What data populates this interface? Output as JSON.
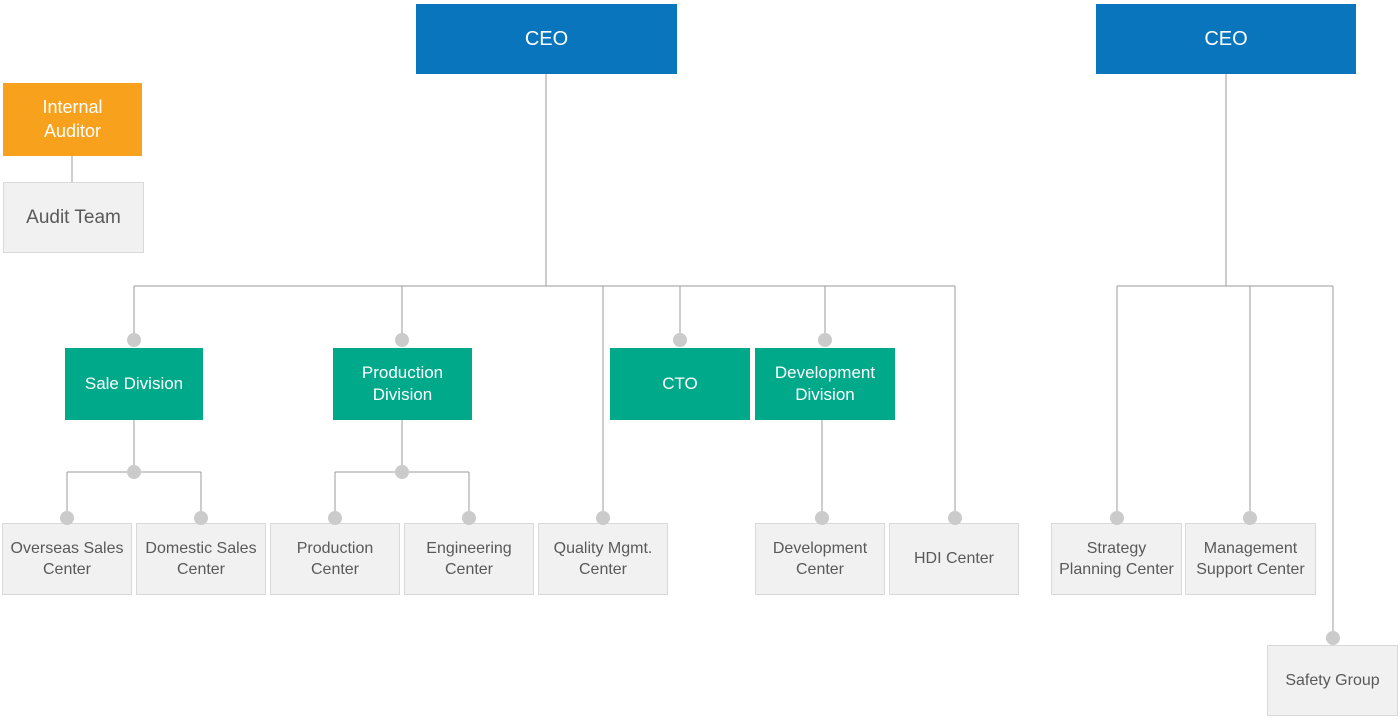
{
  "palette": {
    "blue": "#0875bd",
    "orange": "#f7a11d",
    "green": "#00a98a",
    "gray_fill": "#f1f1f1",
    "gray_border": "#d9d9d9",
    "gray_text": "#595959",
    "line": "#9b9b9b",
    "dot": "#cbcbcb",
    "white_text": "#ffffff"
  },
  "nodes": {
    "ceo_left": {
      "label": "CEO"
    },
    "internal_auditor": {
      "label": "Internal\nAuditor"
    },
    "audit_team": {
      "label": "Audit Team"
    },
    "sale_division": {
      "label": "Sale Division"
    },
    "production_division": {
      "label": "Production\nDivision"
    },
    "cto": {
      "label": "CTO"
    },
    "development_division": {
      "label": "Development\nDivision"
    },
    "overseas_sales_center": {
      "label": "Overseas Sales\nCenter"
    },
    "domestic_sales_center": {
      "label": "Domestic Sales\nCenter"
    },
    "production_center": {
      "label": "Production\nCenter"
    },
    "engineering_center": {
      "label": "Engineering\nCenter"
    },
    "quality_mgmt_center": {
      "label": "Quality Mgmt.\nCenter"
    },
    "development_center": {
      "label": "Development\nCenter"
    },
    "hdi_center": {
      "label": "HDI Center"
    },
    "ceo_right": {
      "label": "CEO"
    },
    "strategy_planning_center": {
      "label": "Strategy\nPlanning Center"
    },
    "management_support_center": {
      "label": "Management\nSupport Center"
    },
    "safety_group": {
      "label": "Safety Group"
    }
  },
  "edges": [
    {
      "parent": "Internal Auditor",
      "child": "Audit Team"
    },
    {
      "parent": "CEO (left)",
      "child": "Sale Division"
    },
    {
      "parent": "CEO (left)",
      "child": "Production Division"
    },
    {
      "parent": "CEO (left)",
      "child": "Quality Mgmt. Center"
    },
    {
      "parent": "CEO (left)",
      "child": "CTO"
    },
    {
      "parent": "CEO (left)",
      "child": "Development Division"
    },
    {
      "parent": "CEO (left)",
      "child": "HDI Center"
    },
    {
      "parent": "Sale Division",
      "child": "Overseas Sales Center"
    },
    {
      "parent": "Sale Division",
      "child": "Domestic Sales Center"
    },
    {
      "parent": "Production Division",
      "child": "Production Center"
    },
    {
      "parent": "Production Division",
      "child": "Engineering Center"
    },
    {
      "parent": "Development Division",
      "child": "Development Center"
    },
    {
      "parent": "CEO (right)",
      "child": "Strategy Planning Center"
    },
    {
      "parent": "CEO (right)",
      "child": "Management Support Center"
    },
    {
      "parent": "CEO (right)",
      "child": "Safety Group"
    }
  ]
}
